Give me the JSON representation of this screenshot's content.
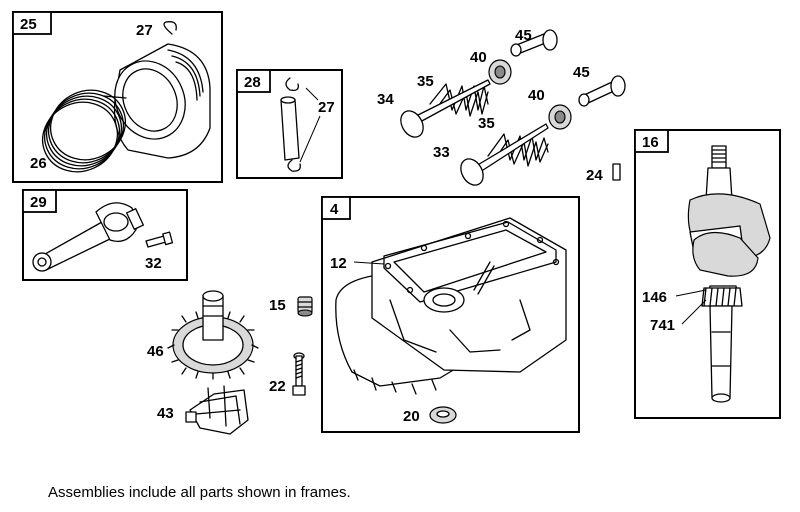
{
  "caption": "Assemblies include all parts shown in frames.",
  "frames": {
    "piston_assembly": "25",
    "piston_pin_assembly": "28",
    "connecting_rod_assembly": "29",
    "crankcase_assembly": "4",
    "crankshaft_assembly": "16"
  },
  "callouts": {
    "retainer_top": "27",
    "rings": "26",
    "retainer_pin": "27",
    "rod_bolt": "32",
    "exhaust_rotator": "45",
    "intake_rotator": "45",
    "exhaust_retainer": "40",
    "intake_retainer": "40",
    "exhaust_spring": "35",
    "intake_spring": "35",
    "exhaust_valve": "34",
    "intake_valve": "33",
    "key": "24",
    "sump_gasket": "12",
    "oil_seal": "20",
    "plug": "15",
    "screw": "22",
    "cam_gear": "46",
    "governor": "43",
    "crank_gear_a": "146",
    "crank_gear_b": "741"
  }
}
